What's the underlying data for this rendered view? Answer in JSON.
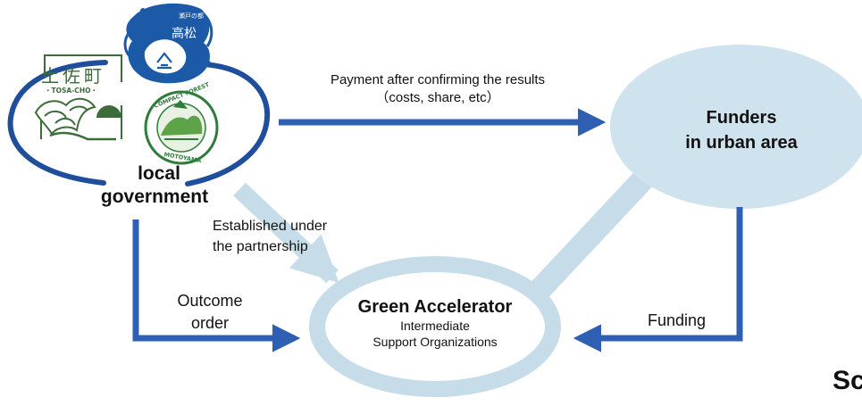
{
  "nodes": {
    "local_government": {
      "line1": "local",
      "line2": "government"
    },
    "funders": {
      "line1": "Funders",
      "line2": "in urban area"
    },
    "green_accelerator": {
      "title": "Green Accelerator",
      "sub1": "Intermediate",
      "sub2": "Support Organizations"
    }
  },
  "logos": {
    "tosa_kanji": "土佐町",
    "tosa_roman": "・TOSA-CHO・",
    "takamatsu_small": "瀬戸の都",
    "takamatsu_big": "高松",
    "motoyama_top": "COMPACT FOREST",
    "motoyama_bottom": "MOTOYAMA"
  },
  "edges": {
    "payment": {
      "line1": "Payment after confirming the results",
      "line2": "（costs, share, etc）"
    },
    "partnership": {
      "line1": "Established under",
      "line2": "the partnership"
    },
    "outcome": {
      "line1": "Outcome",
      "line2": "order"
    },
    "funding": {
      "label": "Funding"
    }
  },
  "corner_text": "Sc",
  "colors": {
    "arrow": "#2f5fb3",
    "ellipse_fill": "#cfe3ee",
    "ring": "#c6dde9",
    "blue_outline": "#1f4f9c",
    "takamatsu_blue": "#1c5aa8",
    "tosa_green": "#3e6b3a",
    "motoyama_green": "#2e7d3b"
  }
}
